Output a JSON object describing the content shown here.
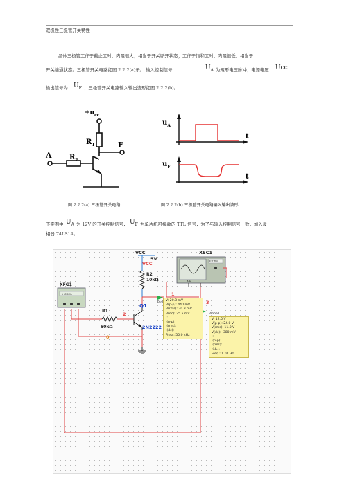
{
  "header": {
    "title": "双极性三极管开关特性"
  },
  "para1": {
    "line1": "晶体三极管工作于截止区时，内阻很大，相当于开关断开状态；工作于饱和区时，内阻很低，相当于",
    "line2a": "开关接通状态。三极管开关电路如图 2.2.2(a)示。 输入控制信号",
    "line2b": "为矩形电压脉冲，电源电压",
    "line3a": "输出信号为",
    "line3b": "，三极管开关电路输入输出波形如图 2.2.2(b)。"
  },
  "symbols": {
    "ua": "U",
    "ua_sub": "A",
    "ucc": "Ucc",
    "uf": "U",
    "uf_sub": "F"
  },
  "fig_a": {
    "vcc": "+u",
    "vcc_sub": "cc",
    "r1": "R",
    "r1_sub": "1",
    "r2": "R",
    "r2_sub": "2",
    "in": "A",
    "out": "F"
  },
  "fig_b": {
    "ua": "u",
    "ua_sub": "A",
    "uf": "u",
    "uf_sub": "F",
    "t1": "t",
    "t2": "t"
  },
  "captions": {
    "a": "图 2.2.2(a) 三极管开关电路",
    "b": "图 2.2.2(b) 三极管开关电路输入输出波形"
  },
  "para2": {
    "line1a": "下实例中",
    "line1b": "为 12V 的开关控制信号，",
    "line1c": "为单片机可接收的 TTL 信号，为了与输入控制信号一致，加入反",
    "line2": "相器 74LS14。"
  },
  "sim": {
    "vcc_label": "VCC",
    "vcc_red": "VCC",
    "vcc_val": "5V",
    "r2": "R2",
    "r2_val": "10kΩ",
    "xsc1": "XSC1",
    "xfg1": "XFG1",
    "r1": "R1",
    "r1_val": "50kΩ",
    "q1": "Q1",
    "q1_part": "2N2222",
    "probe2": "Probe2",
    "probe1": "Probe1",
    "node1": "1",
    "node2": "2",
    "node3": "3",
    "node0": "0",
    "scope_ext": "Ext Trig",
    "gen_terms": "+ COM -",
    "scope_terms": "A B"
  },
  "probe2_readings": [
    "V: 20.8 mV",
    "V(p-p): 440 mV",
    "V(rms): 20.8 mV",
    "V(dc): 25.5 mV",
    "I:",
    "I(p-p):",
    "I(rms):",
    "I(dc):",
    "Freq.: 50.0 kHz"
  ],
  "probe1_readings": [
    "V: 12.0 V",
    "V(p-p): 24.0 V",
    "V(rms): 11.0 V",
    "V(dc): -380 mV",
    "I:",
    "I(p-p):",
    "I(rms):",
    "I(dc):",
    "Freq.: 1.07 Hz"
  ]
}
